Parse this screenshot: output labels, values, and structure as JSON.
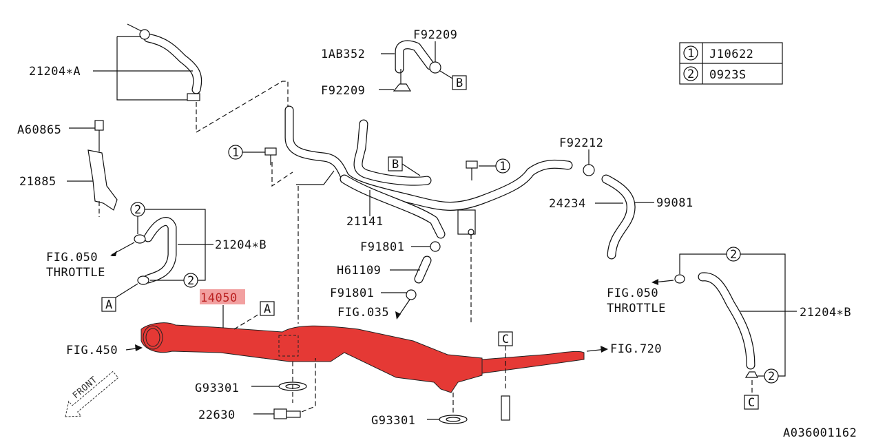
{
  "legend": {
    "rows": [
      {
        "symbol": "1",
        "part": "J10622"
      },
      {
        "symbol": "2",
        "part": "0923S"
      }
    ]
  },
  "labels": {
    "p21204A": "21204∗A",
    "p1AB352": "1AB352",
    "pF92209_top": "F92209",
    "pF92209_bottom": "F92209",
    "pA60865": "A60865",
    "p21885": "21885",
    "pF92212": "F92212",
    "p24234": "24234",
    "p99081": "99081",
    "p21141": "21141",
    "p21204B_left": "21204∗B",
    "p21204B_right": "21204∗B",
    "pF91801_top": "F91801",
    "pH61109": "H61109",
    "pF91801_bottom": "F91801",
    "p14050": "14050",
    "pG93301_left": "G93301",
    "p22630": "22630",
    "pG93301_bottom": "G93301",
    "fig050_left": "FIG.050",
    "throttle_left": "THROTTLE",
    "fig050_right": "FIG.050",
    "throttle_right": "THROTTLE",
    "fig035": "FIG.035",
    "fig450": "FIG.450",
    "fig720": "FIG.720",
    "front": "FRONT",
    "diagram_id": "A036001162"
  },
  "refs": {
    "A": "A",
    "B": "B",
    "C": "C",
    "one": "1",
    "two": "2"
  },
  "colors": {
    "highlight": "#e53935",
    "label_highlight": "#f2a0a0"
  }
}
